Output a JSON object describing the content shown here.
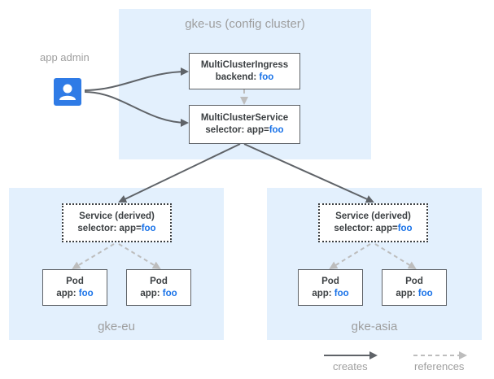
{
  "clusters": {
    "config": {
      "label": "gke-us (config cluster)"
    },
    "eu": {
      "label": "gke-eu"
    },
    "asia": {
      "label": "gke-asia"
    }
  },
  "actor": {
    "label": "app admin",
    "icon": "user-account-icon",
    "color": "#2f7be6"
  },
  "nodes": {
    "mci": {
      "title": "MultiClusterIngress",
      "prefix": "backend: ",
      "value": "foo"
    },
    "mcs": {
      "title": "MultiClusterService",
      "prefix": "selector: app=",
      "value": "foo"
    },
    "svc_eu": {
      "title": "Service (derived)",
      "prefix": "selector: app=",
      "value": "foo"
    },
    "svc_asia": {
      "title": "Service (derived)",
      "prefix": "selector: app=",
      "value": "foo"
    },
    "pod_eu_1": {
      "title": "Pod",
      "prefix": "app: ",
      "value": "foo"
    },
    "pod_eu_2": {
      "title": "Pod",
      "prefix": "app: ",
      "value": "foo"
    },
    "pod_asia_1": {
      "title": "Pod",
      "prefix": "app: ",
      "value": "foo"
    },
    "pod_asia_2": {
      "title": "Pod",
      "prefix": "app: ",
      "value": "foo"
    }
  },
  "legend": {
    "creates": "creates",
    "references": "references"
  },
  "colors": {
    "cluster_bg": "#e3f0fd",
    "highlight": "#1a73e8",
    "solid_arrow": "#5f6368",
    "dashed_arrow": "#bdbdbd"
  }
}
